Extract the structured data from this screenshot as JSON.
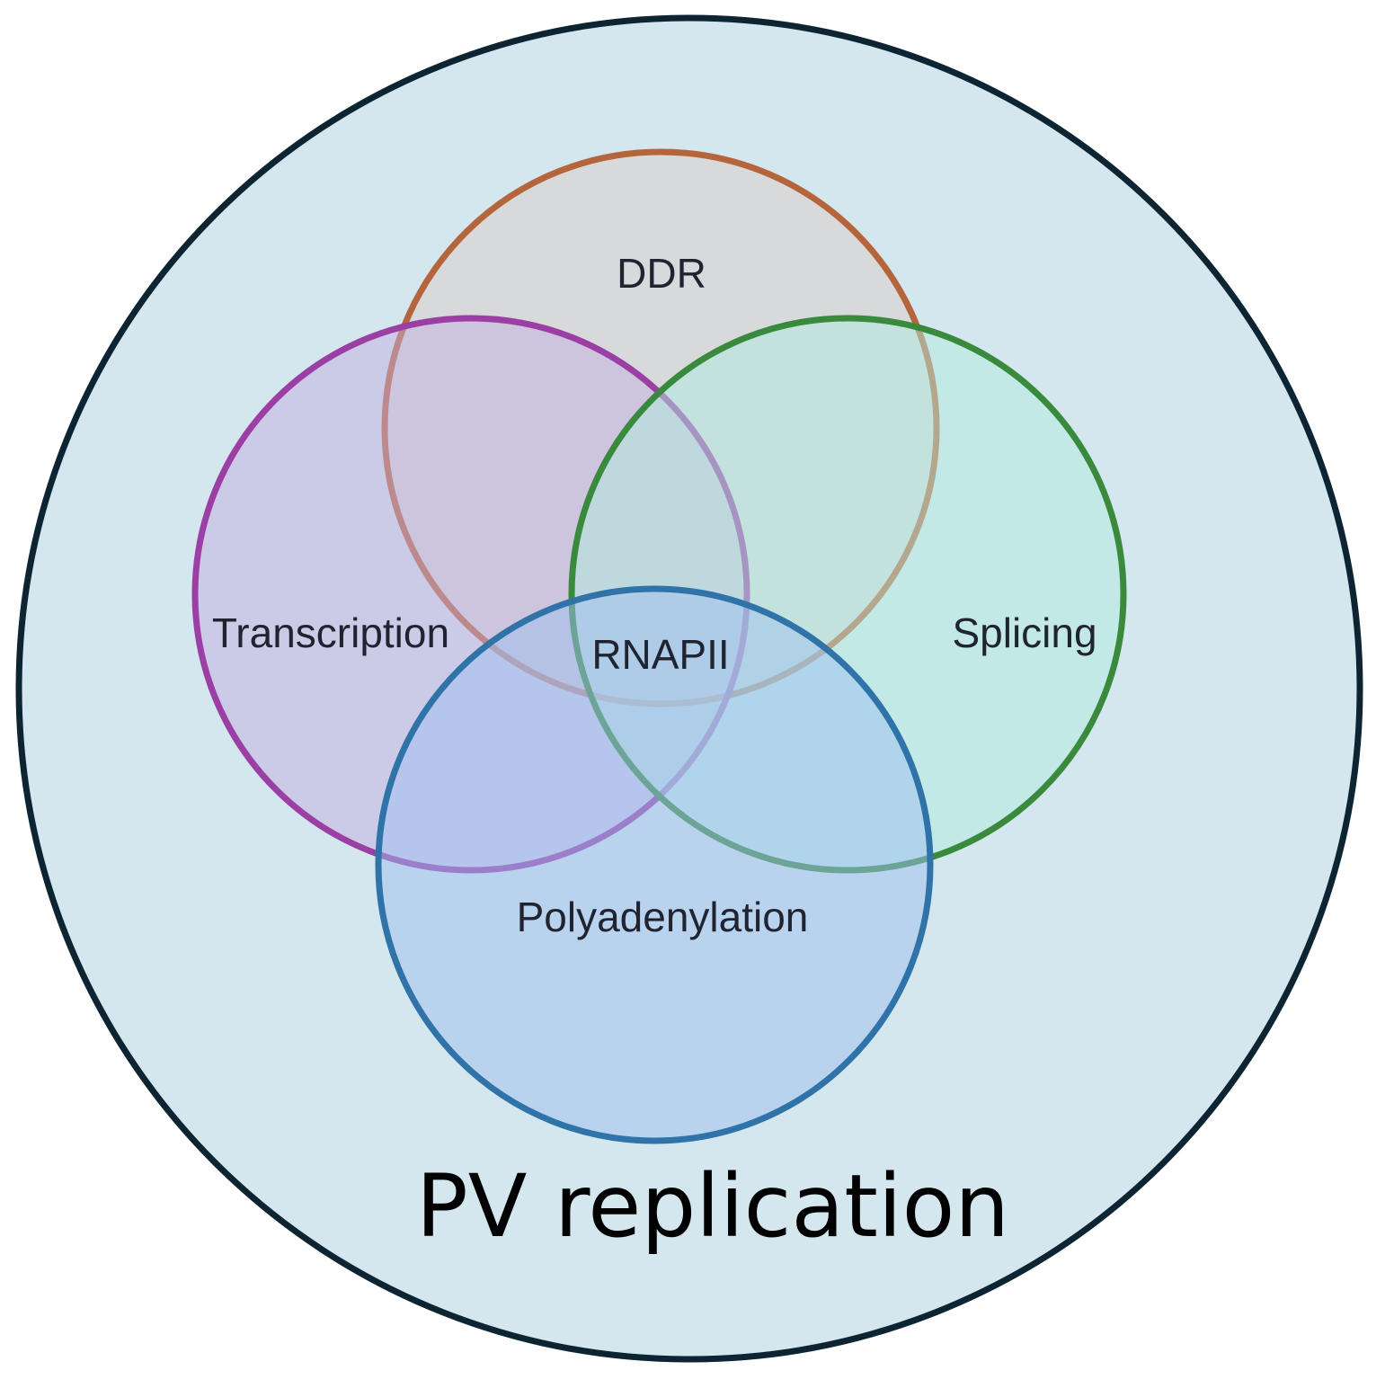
{
  "diagram": {
    "outer": {
      "label": "PV replication",
      "fill": "#d4e6ee",
      "stroke": "#0d2533"
    },
    "sets": [
      {
        "key": "ddr",
        "label": "DDR",
        "stroke": "#b5653b",
        "fill": "#d9ccc6"
      },
      {
        "key": "transcription",
        "label": "Transcription",
        "stroke": "#9b3fa5",
        "fill": "#c3b0e0"
      },
      {
        "key": "splicing",
        "label": "Splicing",
        "stroke": "#3a8a3e",
        "fill": "#b1ece0"
      },
      {
        "key": "polyadenylation",
        "label": "Polyadenylation",
        "stroke": "#2f73a8",
        "fill": "#9ec0f0"
      }
    ],
    "center_label": "RNAPII"
  }
}
